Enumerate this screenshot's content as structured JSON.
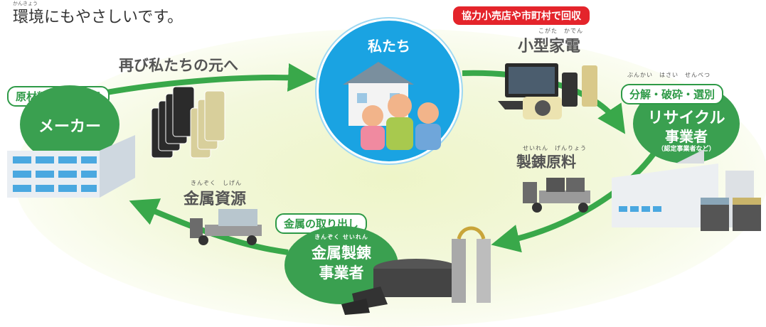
{
  "intro": {
    "text": "環境にもやさしいです。",
    "ruby": "かんきょう"
  },
  "top_badge": "協力小売店や市町村で回収",
  "us": {
    "label": "私たち"
  },
  "small_appliances": {
    "furigana": "こがた　かでん",
    "label": "小型家電"
  },
  "back_to_us": "再び私たちの元へ",
  "raw_material_badge": "原材料として使用",
  "maker": {
    "label": "メーカー"
  },
  "sorting_badge": {
    "furigana": "ぶんかい　はさい　せんべつ",
    "label": "分解・破砕・選別"
  },
  "recycler": {
    "line1": "リサイクル",
    "line2": "事業者",
    "note": "（認定事業者など）"
  },
  "refining_material": {
    "furigana": "せいれん　げんりょう",
    "label": "製錬原料"
  },
  "metal_resources": {
    "furigana": "きんぞく　しげん",
    "label": "金属資源"
  },
  "metal_extraction_badge": "金属の取り出し",
  "smelter": {
    "furigana": "きんぞく せいれん",
    "line1": "金属製錬",
    "line2": "事業者"
  },
  "colors": {
    "green": "#3aa050",
    "arrow_green": "#39a84a",
    "red": "#e4242b",
    "blue": "#1aa3e2",
    "text_gray": "#555555"
  }
}
